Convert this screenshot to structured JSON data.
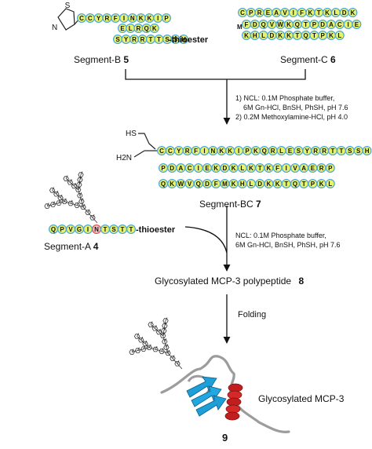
{
  "segmentB": {
    "rows": [
      {
        "residues": [
          "C",
          "C",
          "Y",
          "R",
          "F",
          "I",
          "N",
          "K",
          "K",
          "I",
          "P"
        ]
      },
      {
        "residues": [
          "E",
          "L",
          "R",
          "Q",
          "K"
        ]
      },
      {
        "residues": [
          "S",
          "Y",
          "R",
          "R",
          "T",
          "T",
          "S",
          "S",
          "H"
        ]
      }
    ],
    "thioester": "-thioester",
    "label": "Segment-B",
    "number": "5",
    "ring_atoms": {
      "s": "S",
      "n": "N"
    }
  },
  "segmentC": {
    "rows": [
      {
        "residues": [
          "C",
          "P",
          "R",
          "E",
          "A",
          "V",
          "I",
          "F",
          "K",
          "T",
          "K",
          "L",
          "D",
          "K"
        ]
      },
      {
        "residues": [
          "F",
          "D",
          "Q",
          "V",
          "W",
          "K",
          "Q",
          "T",
          "P",
          "D",
          "A",
          "C",
          "I",
          "E"
        ]
      },
      {
        "residues": [
          "K",
          "H",
          "L",
          "D",
          "K",
          "K",
          "T",
          "Q",
          "T",
          "P",
          "K",
          "L"
        ]
      }
    ],
    "turn_label": "M",
    "label": "Segment-C",
    "number": "6"
  },
  "step1": {
    "line1": "1) NCL: 0.1M Phosphate buffer,",
    "line2": "6M Gn-HCl, BnSH, PhSH, pH 7.6",
    "line3": "2) 0.2M Methoxylamine-HCl, pH 4.0"
  },
  "segmentBC": {
    "hs_label": "HS",
    "h2n_label": "H2N",
    "rows": [
      {
        "residues": [
          "C",
          "C",
          "Y",
          "R",
          "F",
          "I",
          "N",
          "K",
          "K",
          "I",
          "P",
          "K",
          "Q",
          "R",
          "L",
          "E",
          "S",
          "Y",
          "R",
          "R",
          "T",
          "T",
          "S",
          "S",
          "H"
        ]
      },
      {
        "residues": [
          "P",
          "D",
          "A",
          "C",
          "I",
          "E",
          "K",
          "D",
          "K",
          "L",
          "K",
          "T",
          "K",
          "F",
          "I",
          "V",
          "A",
          "E",
          "R",
          "P"
        ]
      },
      {
        "residues": [
          "Q",
          "K",
          "W",
          "V",
          "Q",
          "D",
          "F",
          "M",
          "K",
          "H",
          "L",
          "D",
          "K",
          "K",
          "T",
          "Q",
          "T",
          "P",
          "K",
          "L"
        ]
      }
    ],
    "label": "Segment-BC",
    "number": "7"
  },
  "segmentA": {
    "residues": [
      "Q",
      "P",
      "V",
      "G",
      "I",
      "N",
      "T",
      "S",
      "T",
      "T"
    ],
    "glyco_index": 5,
    "thioester": "-thioester",
    "label": "Segment-A",
    "number": "4"
  },
  "step2": {
    "line1": "NCL: 0.1M Phosphate buffer,",
    "line2": "6M Gn-HCl, BnSH, PhSH, pH 7.6"
  },
  "product8": {
    "label": "Glycosylated MCP-3 polypeptide",
    "number": "8"
  },
  "step3": {
    "label": "Folding"
  },
  "product9": {
    "label": "Glycosylated MCP-3",
    "number": "9"
  },
  "colors": {
    "bead_fill": "#e8f26a",
    "bead_stroke": "#4aa7d8",
    "glyco_bead_fill": "#f7c5c5",
    "glyco_bead_stroke": "#d9534f",
    "helix": "#cc2222",
    "sheet": "#1e9fd8",
    "coil": "#a0a0a0"
  }
}
